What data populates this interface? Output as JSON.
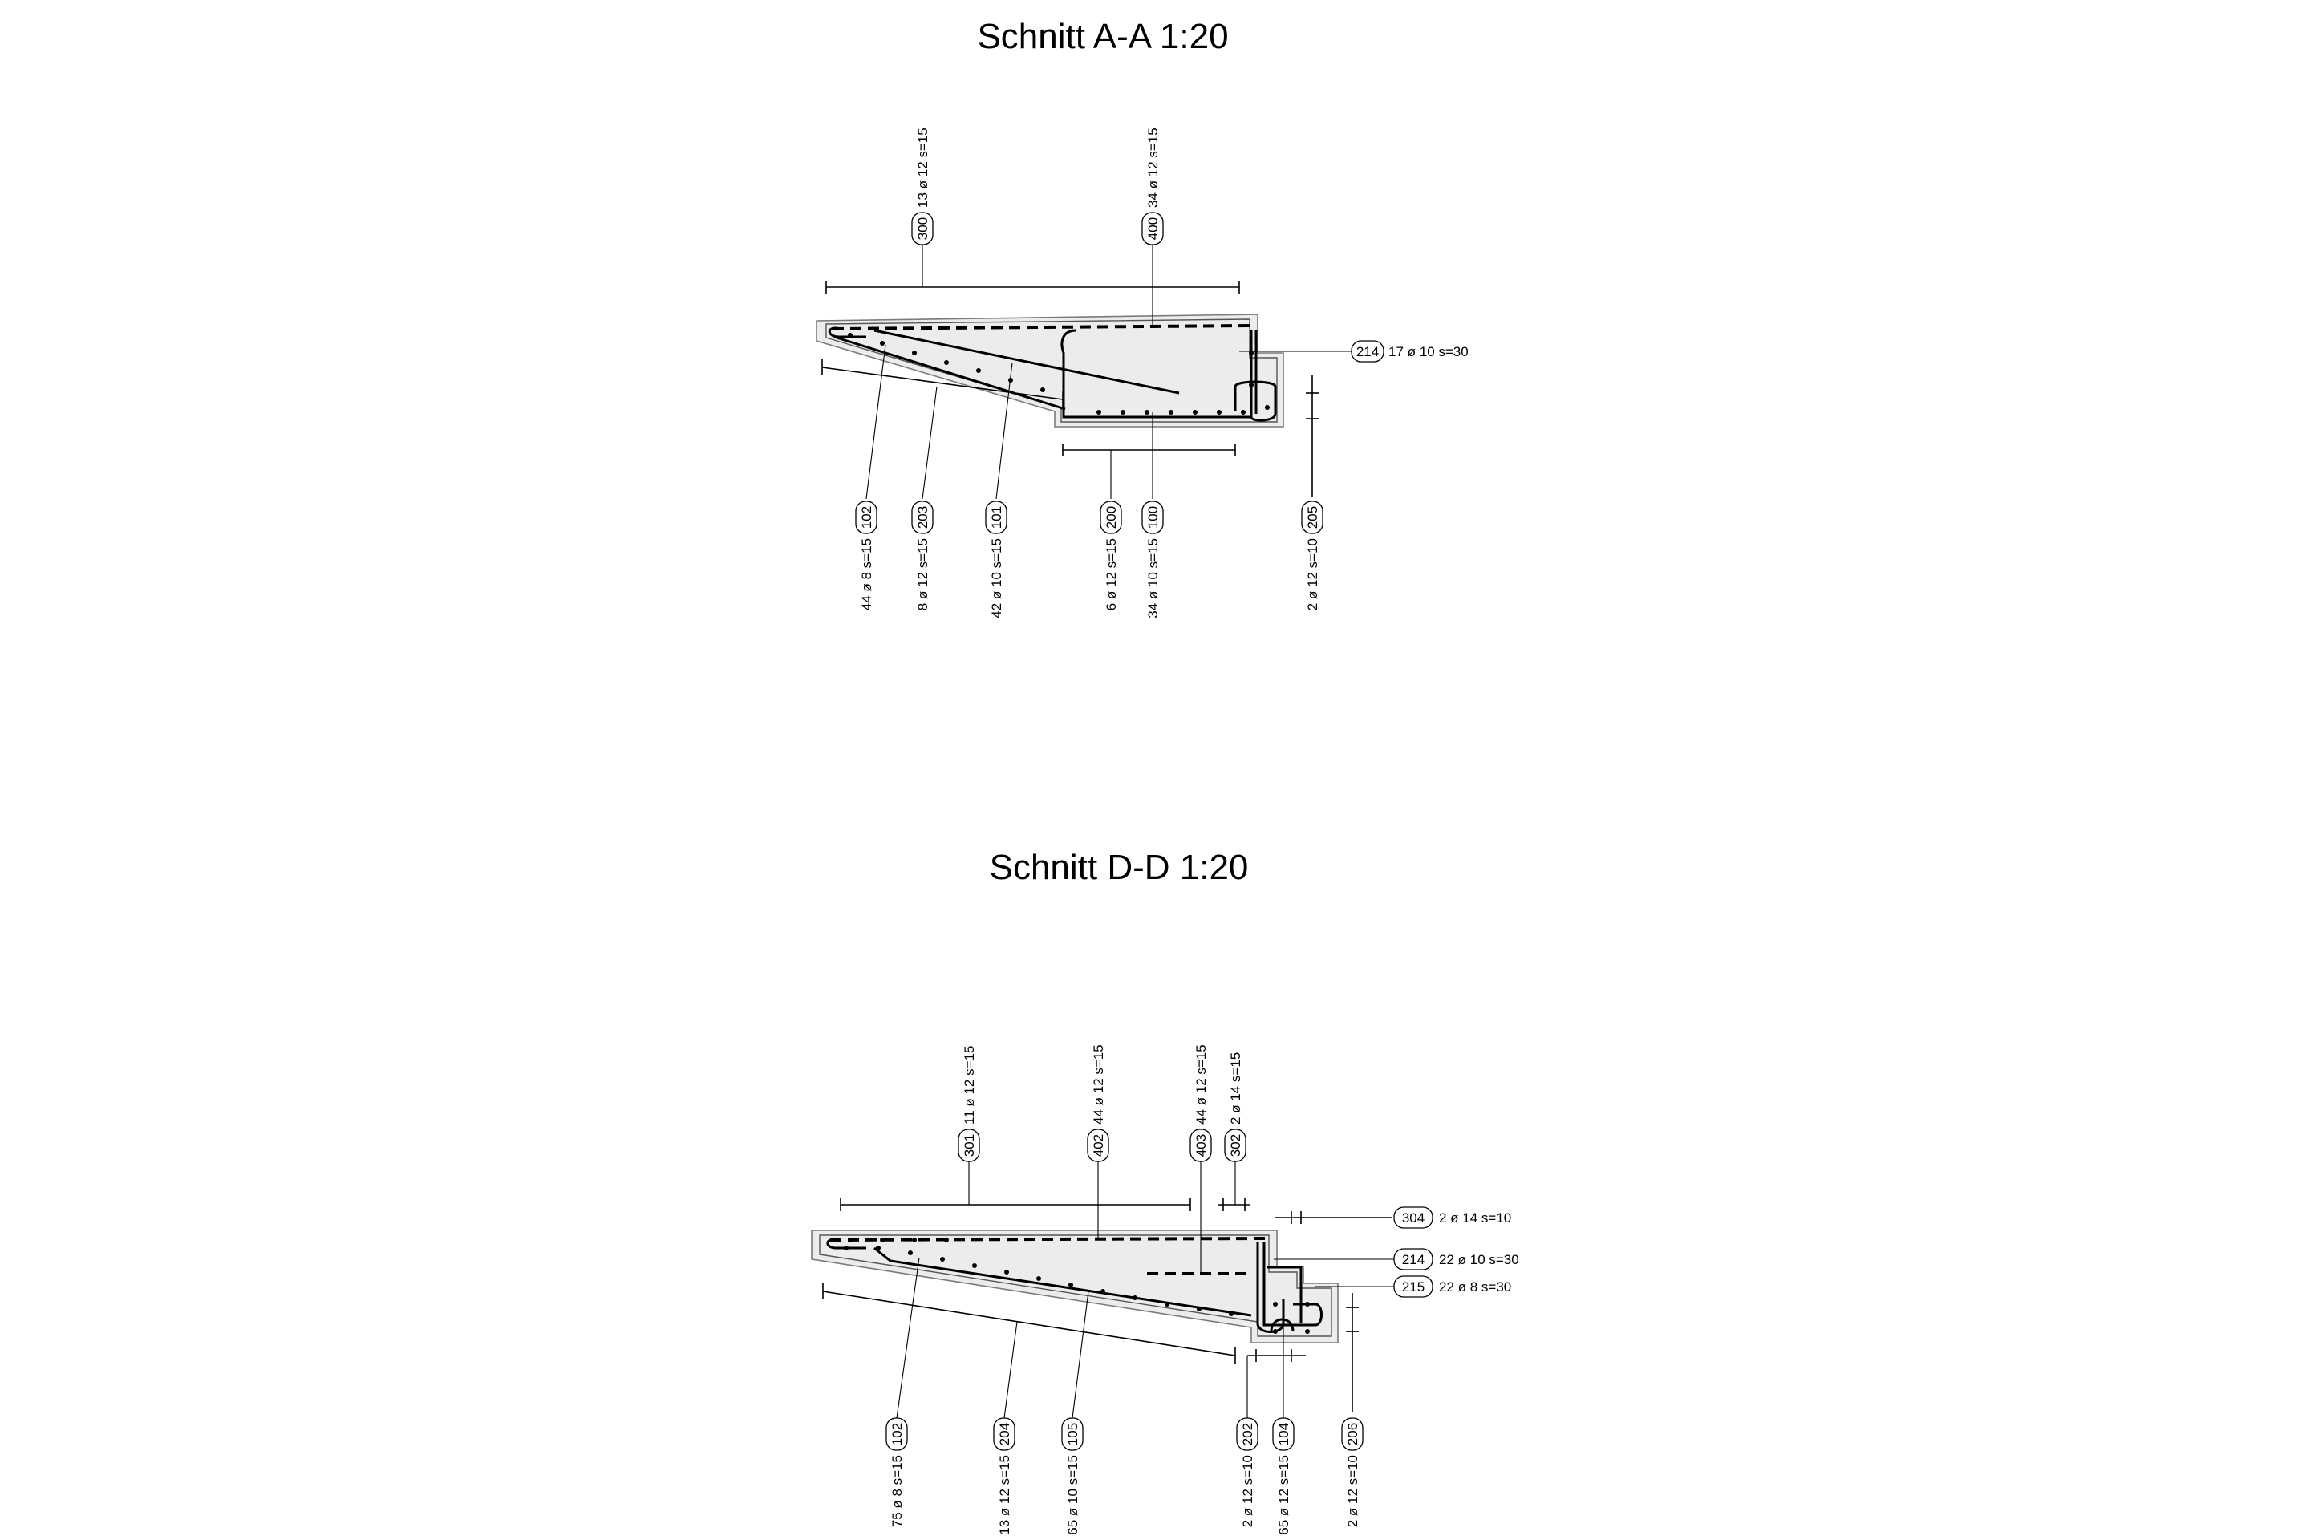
{
  "sections": [
    {
      "id": "A",
      "title": "Schnitt A-A  1:20",
      "callouts": [
        {
          "pos": "300",
          "spec": "13 ø 12 s=15"
        },
        {
          "pos": "400",
          "spec": "34 ø 12 s=15"
        },
        {
          "pos": "214",
          "spec": "17 ø 10 s=30"
        },
        {
          "pos": "102",
          "spec": "44 ø 8 s=15"
        },
        {
          "pos": "203",
          "spec": "8 ø 12 s=15"
        },
        {
          "pos": "101",
          "spec": "42 ø 10 s=15"
        },
        {
          "pos": "200",
          "spec": "6 ø 12 s=15"
        },
        {
          "pos": "100",
          "spec": "34 ø 10 s=15"
        },
        {
          "pos": "205",
          "spec": "2 ø 12 s=10"
        }
      ]
    },
    {
      "id": "D",
      "title": "Schnitt D-D  1:20",
      "callouts": [
        {
          "pos": "301",
          "spec": "11 ø 12 s=15"
        },
        {
          "pos": "402",
          "spec": "44 ø 12 s=15"
        },
        {
          "pos": "403",
          "spec": "44 ø 12 s=15"
        },
        {
          "pos": "302",
          "spec": "2 ø 14 s=15"
        },
        {
          "pos": "304",
          "spec": "2 ø 14 s=10"
        },
        {
          "pos": "214",
          "spec": "22 ø 10 s=30"
        },
        {
          "pos": "215",
          "spec": "22 ø 8 s=30"
        },
        {
          "pos": "102",
          "spec": "75 ø 8 s=15"
        },
        {
          "pos": "204",
          "spec": "13 ø 12 s=15"
        },
        {
          "pos": "105",
          "spec": "65 ø 10 s=15"
        },
        {
          "pos": "202",
          "spec": "2 ø 12 s=10"
        },
        {
          "pos": "104",
          "spec": "65 ø 12 s=15"
        },
        {
          "pos": "206",
          "spec": "2 ø 12 s=10"
        }
      ]
    }
  ]
}
